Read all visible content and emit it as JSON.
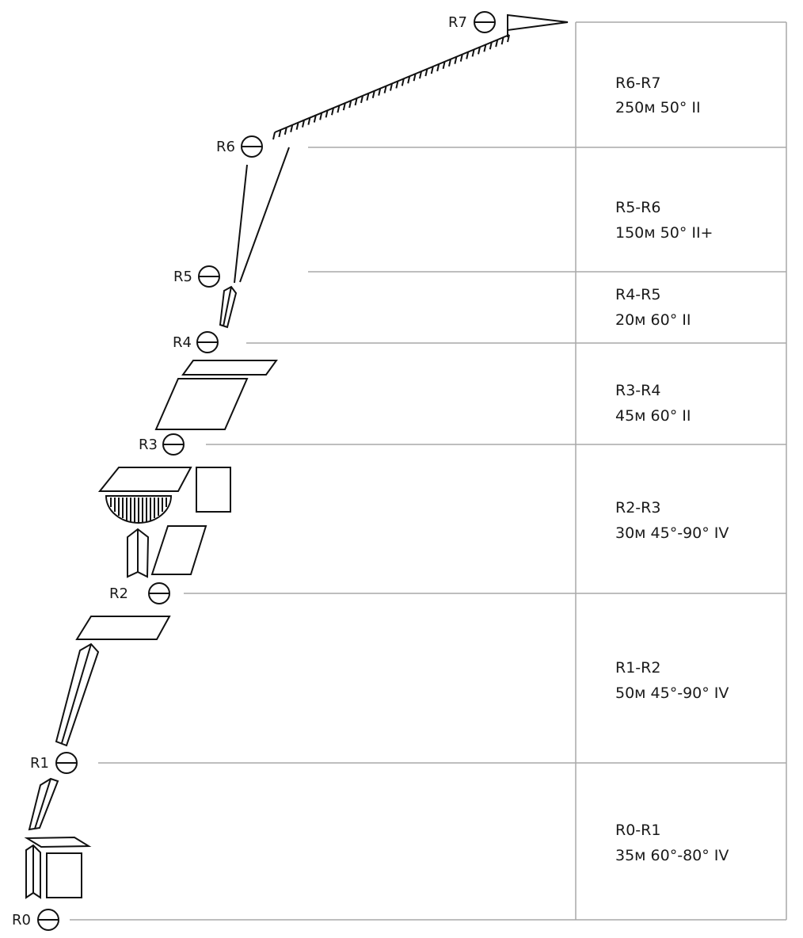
{
  "stations": [
    {
      "id": "r0",
      "label": "R0"
    },
    {
      "id": "r1",
      "label": "R1"
    },
    {
      "id": "r2",
      "label": "R2"
    },
    {
      "id": "r3",
      "label": "R3"
    },
    {
      "id": "r4",
      "label": "R4"
    },
    {
      "id": "r5",
      "label": "R5"
    },
    {
      "id": "r6",
      "label": "R6"
    },
    {
      "id": "r7",
      "label": "R7"
    }
  ],
  "pitches": [
    {
      "name": "R6-R7",
      "info": "250м 50°  II"
    },
    {
      "name": "R5-R6",
      "info": "150м 50°  II+"
    },
    {
      "name": "R4-R5",
      "info": "20м 60°  II"
    },
    {
      "name": "R3-R4",
      "info": "45м 60°  II"
    },
    {
      "name": "R2-R3",
      "info": "30м 45°-90°  IV"
    },
    {
      "name": "R1-R2",
      "info": "50м 45°-90°  IV"
    },
    {
      "name": "R0-R1",
      "info": "35м 60°-80°  IV"
    }
  ]
}
